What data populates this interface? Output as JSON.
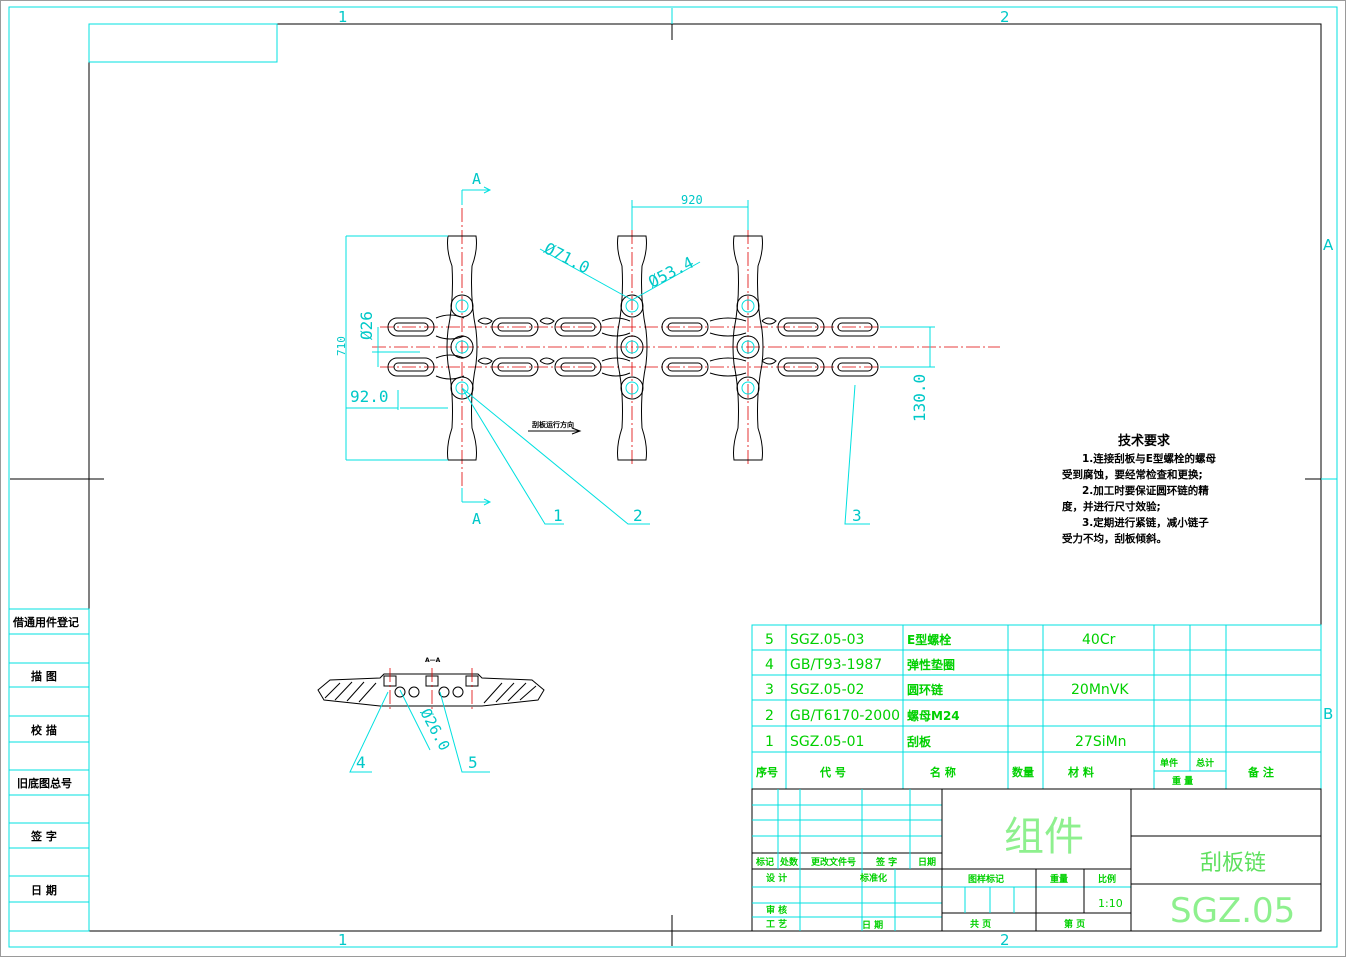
{
  "zones": {
    "top": [
      "1",
      "2"
    ],
    "bottom": [
      "1",
      "2"
    ],
    "right": [
      "A",
      "B"
    ]
  },
  "dimensions": {
    "pitch": "920",
    "d71": "Ø71.0",
    "d534": "Ø53.4",
    "d26": "Ø26",
    "d710": "710",
    "d92": "92.0",
    "d130": "130.0",
    "d260": "Ø26.0"
  },
  "section_marks": {
    "top": "A",
    "bottom": "A",
    "detail_title": "A—A"
  },
  "direction_label": "刮板运行方向",
  "callouts": [
    "1",
    "2",
    "3",
    "4",
    "5"
  ],
  "tech_requirements": {
    "title": "技术要求",
    "lines": [
      "1.连接刮板与E型螺栓的螺母",
      "受到腐蚀，要经常检查和更换;",
      "2.加工时要保证圆环链的精",
      "度，并进行尺寸效验;",
      "3.定期进行紧链，减小链子",
      "受力不均，刮板倾斜。"
    ]
  },
  "left_strip": [
    "借通用件登记",
    "描 图",
    "校 描",
    "旧底图总号",
    "签 字",
    "日 期"
  ],
  "bom": {
    "rows": [
      {
        "no": "5",
        "code": "SGZ.05-03",
        "name": "E型螺栓",
        "material": "40Cr"
      },
      {
        "no": "4",
        "code": "GB/T93-1987",
        "name": "弹性垫圈",
        "material": ""
      },
      {
        "no": "3",
        "code": "SGZ.05-02",
        "name": "圆环链",
        "material": "20MnVK"
      },
      {
        "no": "2",
        "code": "GB/T6170-2000",
        "name": "螺母M24",
        "material": ""
      },
      {
        "no": "1",
        "code": "SGZ.05-01",
        "name": "刮板",
        "material": "27SiMn"
      }
    ],
    "headers": {
      "no": "序号",
      "code": "代 号",
      "name": "名 称",
      "qty": "数量",
      "material": "材 料",
      "unit": "单件",
      "total": "总计",
      "weight": "重 量",
      "remarks": "备 注"
    }
  },
  "title_block": {
    "part_type": "组件",
    "part_name": "刮板链",
    "drawing_no": "SGZ.05",
    "scale": "1:10",
    "labels": {
      "mark": "标记",
      "count": "处数",
      "change_doc": "更改文件号",
      "sign": "签 字",
      "date": "日期",
      "design": "设 计",
      "standard": "标准化",
      "stage_mark": "图样标记",
      "weight": "重量",
      "scale": "比例",
      "review": "审 核",
      "process": "工 艺",
      "date2": "日 期",
      "total_sheets": "共 页",
      "sheet": "第 页"
    }
  }
}
